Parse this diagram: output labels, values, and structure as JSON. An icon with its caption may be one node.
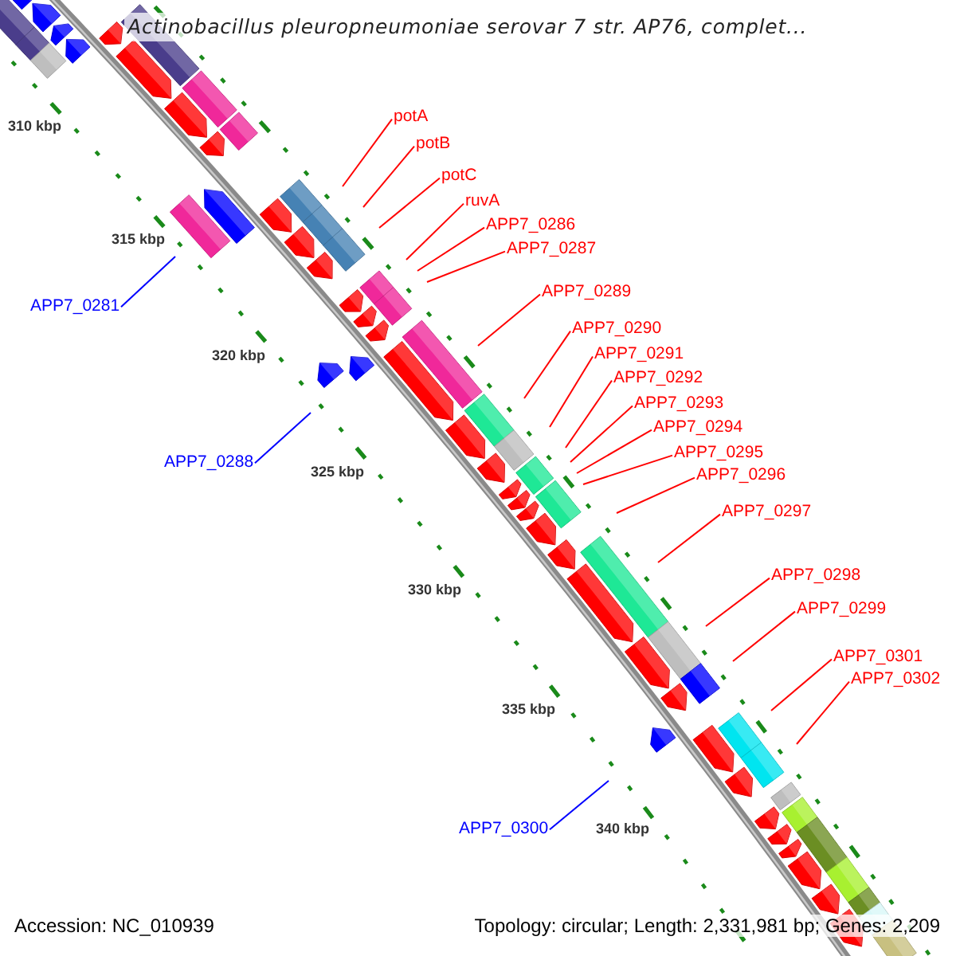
{
  "diagram": {
    "title": "Actinobacillus pleuropneumoniae serovar 7 str. AP76, complet...",
    "nodes": [
      {
        "text": [
          "potA"
        ]
      },
      {
        "text": [
          "potB"
        ]
      },
      {
        "text": [
          "potC"
        ]
      },
      {
        "text": [
          "ruvA"
        ]
      },
      {
        "text": [
          "APP7_0286"
        ]
      },
      {
        "text": [
          "APP7_0287"
        ]
      },
      {
        "text": [
          "APP7_0289"
        ]
      },
      {
        "text": [
          "APP7_0281"
        ]
      },
      {
        "text": [
          "APP7_0290"
        ]
      },
      {
        "text": [
          "APP7_0291"
        ]
      },
      {
        "text": [
          "APP7_0292"
        ]
      },
      {
        "text": [
          "APP7_0293"
        ]
      },
      {
        "text": [
          "APP7_0294"
        ]
      },
      {
        "text": [
          "APP7_0295"
        ]
      },
      {
        "text": [
          "APP7_0288"
        ]
      },
      {
        "text": [
          "APP7_0296"
        ]
      },
      {
        "text": [
          "APP7_0297"
        ]
      },
      {
        "text": [
          "APP7_0298"
        ]
      },
      {
        "text": [
          "APP7_0299"
        ]
      },
      {
        "text": [
          "APP7_0301"
        ]
      },
      {
        "text": [
          "APP7_0302"
        ]
      },
      {
        "text": [
          "APP7_0300"
        ]
      }
    ],
    "edges": [
      {
        "from": 0,
        "to": null,
        "arrow": "none"
      },
      {
        "from": 1,
        "to": null,
        "arrow": "none"
      },
      {
        "from": 2,
        "to": null,
        "arrow": "none"
      },
      {
        "from": 3,
        "to": null,
        "arrow": "none"
      },
      {
        "from": 4,
        "to": null,
        "arrow": "none"
      },
      {
        "from": 5,
        "to": null,
        "arrow": "none"
      },
      {
        "from": 6,
        "to": null,
        "arrow": "none"
      },
      {
        "from": 7,
        "to": null,
        "arrow": "none",
        "color": "#0000ff"
      },
      {
        "from": 8,
        "to": null,
        "arrow": "none"
      },
      {
        "from": 9,
        "to": null,
        "arrow": "none"
      },
      {
        "from": 10,
        "to": null,
        "arrow": "none"
      },
      {
        "from": 11,
        "to": null,
        "arrow": "none"
      },
      {
        "from": 12,
        "to": null,
        "arrow": "none"
      },
      {
        "from": 13,
        "to": null,
        "arrow": "none"
      },
      {
        "from": 14,
        "to": null,
        "arrow": "none",
        "color": "#0000ff"
      },
      {
        "from": 15,
        "to": null,
        "arrow": "none"
      },
      {
        "from": 16,
        "to": null,
        "arrow": "none"
      },
      {
        "from": 17,
        "to": null,
        "arrow": "none"
      },
      {
        "from": 18,
        "to": null,
        "arrow": "none"
      },
      {
        "from": 19,
        "to": null,
        "arrow": "none"
      },
      {
        "from": 20,
        "to": null,
        "arrow": "none"
      },
      {
        "from": 21,
        "to": null,
        "arrow": "none",
        "color": "#0000ff"
      }
    ],
    "labels": [
      "310 kbp",
      "315 kbp",
      "320 kbp",
      "325 kbp",
      "330 kbp",
      "335 kbp",
      "340 kbp",
      "Accession: NC_010939",
      "Topology: circular; Length: 2,331,981 bp; Genes: 2,209"
    ]
  }
}
